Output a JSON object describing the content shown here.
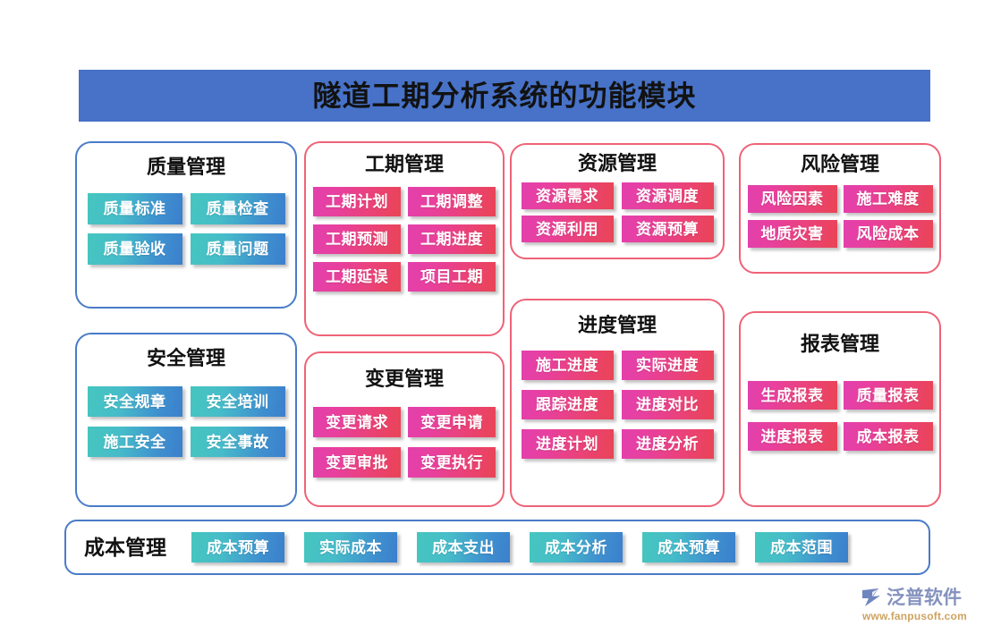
{
  "header": {
    "title": "隧道工期分析系统的功能模块",
    "banner_color": "#4772c8",
    "title_color": "#121212"
  },
  "theme": {
    "blue_border": "#4a7bc8",
    "pink_border": "#ef6277",
    "teal_chip_from": "#45c6bf",
    "teal_chip_to": "#3b7fcc",
    "magenta_chip_from": "#e340ae",
    "magenta_chip_to": "#e94455"
  },
  "panels": [
    {
      "id": "quality",
      "title": "质量管理",
      "border": "blue",
      "chip_style": "teal",
      "items": [
        "质量标准",
        "质量检查",
        "质量验收",
        "质量问题"
      ]
    },
    {
      "id": "schedule",
      "title": "工期管理",
      "border": "pink",
      "chip_style": "magenta",
      "items": [
        "工期计划",
        "工期调整",
        "工期预测",
        "工期进度",
        "工期延误",
        "项目工期"
      ]
    },
    {
      "id": "resource",
      "title": "资源管理",
      "border": "pink",
      "chip_style": "magenta",
      "items": [
        "资源需求",
        "资源调度",
        "资源利用",
        "资源预算"
      ]
    },
    {
      "id": "risk",
      "title": "风险管理",
      "border": "pink",
      "chip_style": "magenta",
      "items": [
        "风险因素",
        "施工难度",
        "地质灾害",
        "风险成本"
      ]
    },
    {
      "id": "safety",
      "title": "安全管理",
      "border": "blue",
      "chip_style": "teal",
      "items": [
        "安全规章",
        "安全培训",
        "施工安全",
        "安全事故"
      ]
    },
    {
      "id": "change",
      "title": "变更管理",
      "border": "pink",
      "chip_style": "magenta",
      "items": [
        "变更请求",
        "变更申请",
        "变更审批",
        "变更执行"
      ]
    },
    {
      "id": "progress",
      "title": "进度管理",
      "border": "pink",
      "chip_style": "magenta",
      "items": [
        "施工进度",
        "实际进度",
        "跟踪进度",
        "进度对比",
        "进度计划",
        "进度分析"
      ]
    },
    {
      "id": "report",
      "title": "报表管理",
      "border": "pink",
      "chip_style": "magenta",
      "items": [
        "生成报表",
        "质量报表",
        "进度报表",
        "成本报表"
      ]
    }
  ],
  "cost_bar": {
    "title": "成本管理",
    "items": [
      "成本预算",
      "实际成本",
      "成本支出",
      "成本分析",
      "成本预算",
      "成本范围"
    ]
  },
  "logo": {
    "icon": "fanpu-logo-icon",
    "brand": "泛普软件",
    "url": "www.fanpusoft.com"
  }
}
